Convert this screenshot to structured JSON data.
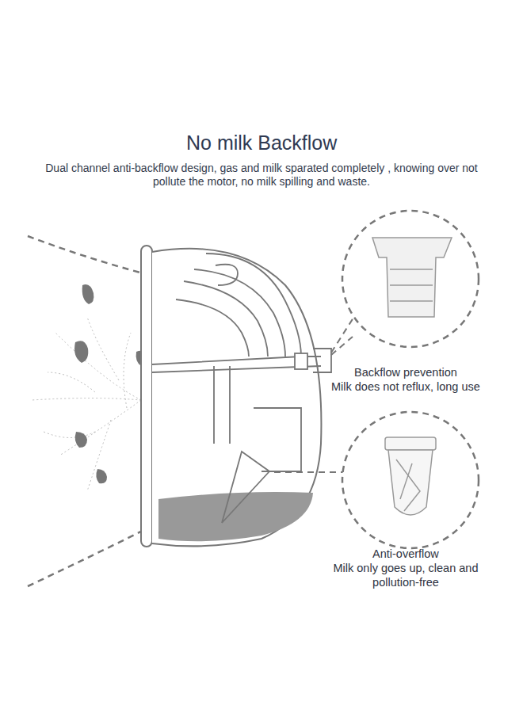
{
  "diagram": {
    "title": "No milk Backflow",
    "labels": [
      "Dual channel anti-backflow design, gas and milk sparated completely , knowing over not pollute the motor, no milk spilling and waste.",
      "Backflow prevention",
      "Milk does not reflux, long use",
      "Anti-overflow",
      "Milk only goes up, clean and pollution-free"
    ]
  }
}
